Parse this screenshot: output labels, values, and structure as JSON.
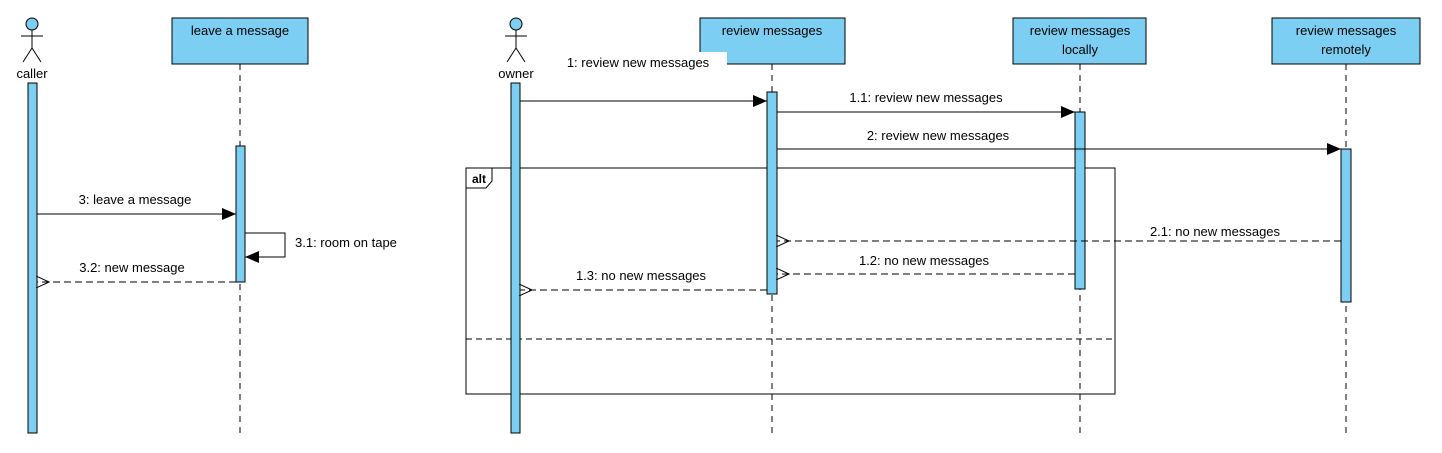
{
  "actors": {
    "caller": "caller",
    "owner": "owner"
  },
  "lifelines": {
    "leave_message": "leave a message",
    "review_messages": "review messages",
    "review_locally": [
      "review messages",
      "locally"
    ],
    "review_remotely": [
      "review messages",
      "remotely"
    ]
  },
  "messages": {
    "m1": "1: review new messages",
    "m1_1": "1.1: review new messages",
    "m2": "2: review new messages",
    "m2_1": "2.1: no new messages",
    "m1_2": "1.2: no new messages",
    "m1_3": "1.3: no new messages",
    "m3": "3: leave a message",
    "m3_1": "3.1: room on tape",
    "m3_2": "3.2: new message"
  },
  "fragment": {
    "operator": "alt"
  },
  "colors": {
    "fill": "#7ccef2",
    "stroke": "#000000"
  }
}
